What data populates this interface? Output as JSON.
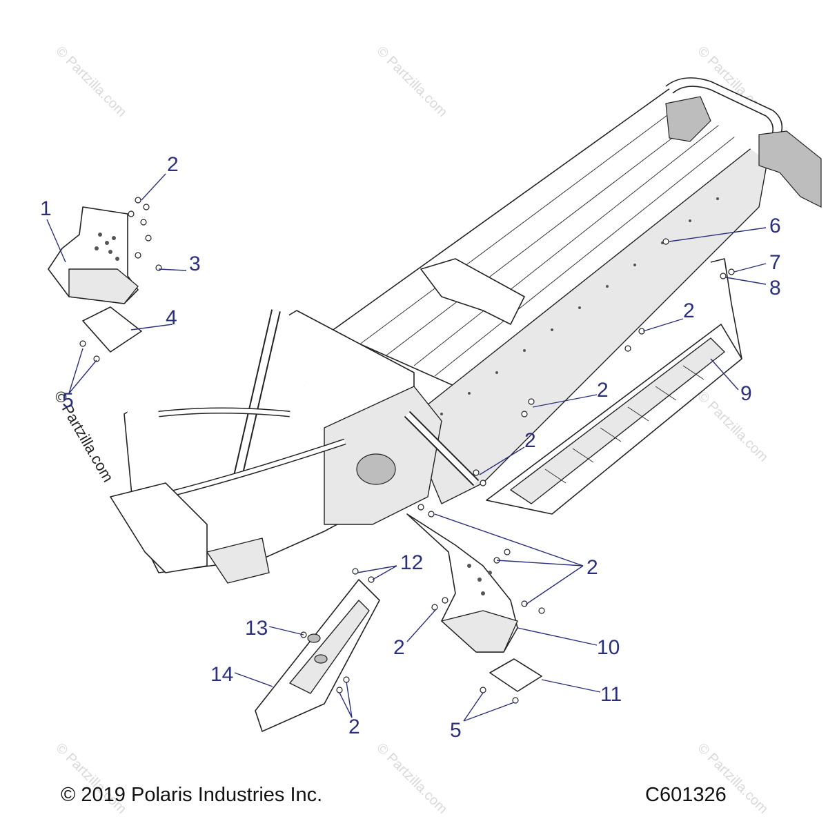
{
  "watermark": "© Partzilla.com",
  "callouts": {
    "c1": "1",
    "c2a": "2",
    "c3": "3",
    "c4": "4",
    "c5a": "5",
    "c6": "6",
    "c7": "7",
    "c8": "8",
    "c2b": "2",
    "c9": "9",
    "c2c": "2",
    "c2d": "2",
    "c12": "12",
    "c2e": "2",
    "c13": "13",
    "c2f": "2",
    "c10": "10",
    "c14": "14",
    "c11": "11",
    "c2g": "2",
    "c5b": "5"
  },
  "footer": {
    "copyright": "© 2019 Polaris Industries Inc.",
    "figure_id": "C601326"
  }
}
